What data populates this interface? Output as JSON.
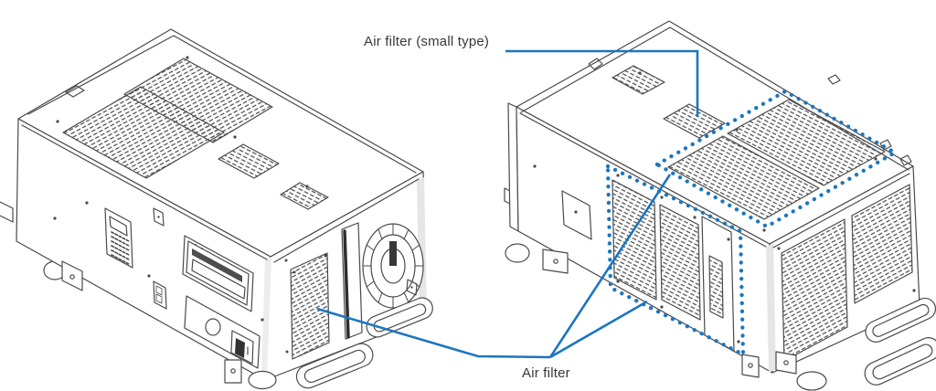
{
  "page": {
    "background": "#ffffff"
  },
  "labels": {
    "air_filter_small": "Air filter (small type)",
    "air_filter": "Air filter"
  },
  "colors": {
    "line_art": "#4a4a4a",
    "callout_blue": "#1b76c0",
    "label_text": "#383838",
    "edge_shading": "#e6e6e6",
    "background": "#ffffff"
  },
  "callouts": [
    {
      "label": "Air filter (small type)",
      "points_to": [
        "right-projector-top-small-filter-grille"
      ]
    },
    {
      "label": "Air filter",
      "points_to": [
        "left-projector-side-filter-grille",
        "right-projector-top-filter-area",
        "right-projector-side-filter-area"
      ]
    }
  ]
}
